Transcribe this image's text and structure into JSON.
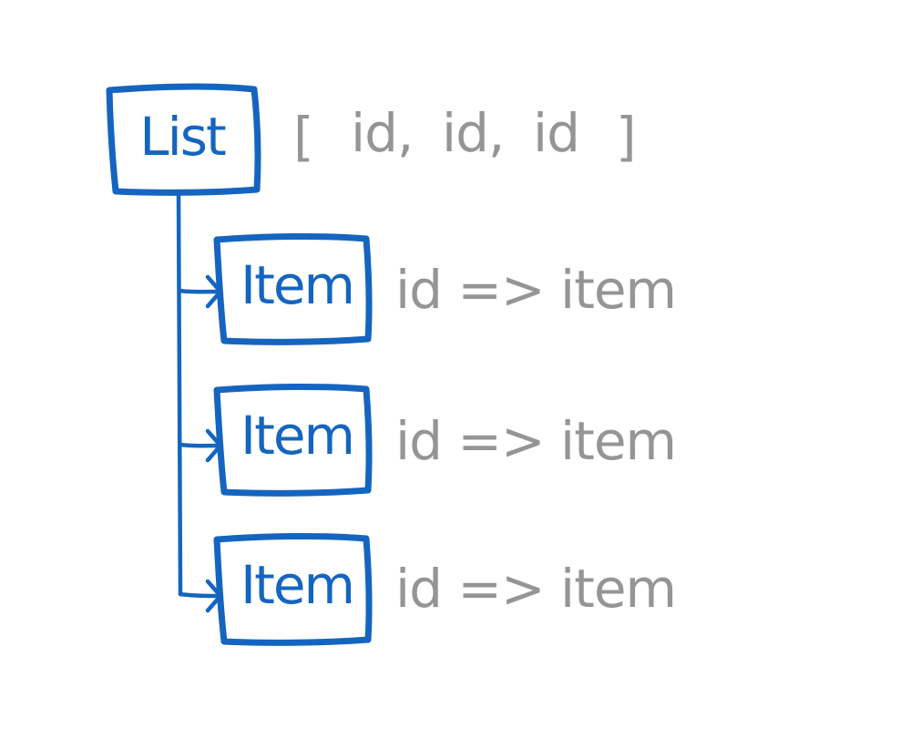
{
  "colors": {
    "accent": "#1565c0",
    "muted": "#959595"
  },
  "list_node": {
    "label": "List",
    "array_open": "[",
    "array_items": [
      "id,",
      "id,",
      "id"
    ],
    "array_close": "]"
  },
  "items": [
    {
      "label": "Item",
      "mapping": "id => item"
    },
    {
      "label": "Item",
      "mapping": "id => item"
    },
    {
      "label": "Item",
      "mapping": "id => item"
    }
  ]
}
